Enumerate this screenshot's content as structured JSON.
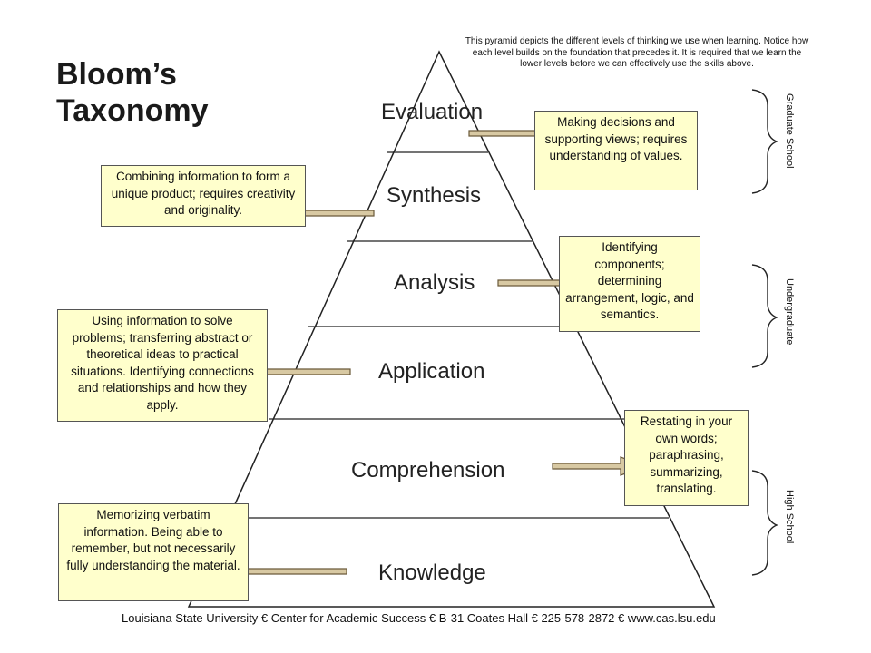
{
  "title": {
    "line1": "Bloom’s",
    "line2": "Taxonomy"
  },
  "intro": "This pyramid depicts the different levels of thinking we use when learning. Notice how each level builds on the foundation that precedes it. It is required that we learn the lower levels before we can effectively use the skills above.",
  "levels": [
    "Evaluation",
    "Synthesis",
    "Analysis",
    "Application",
    "Comprehension",
    "Knowledge"
  ],
  "notes": {
    "evaluation": "Making decisions and supporting views; requires understanding of values.",
    "synthesis": "Combining information to form a unique product; requires creativity and originality.",
    "analysis": "Identifying components; determining arrangement, logic, and semantics.",
    "application": "Using information to solve problems; transferring abstract or theoretical ideas to practical situations. Identifying connections and relationships and how they apply.",
    "comprehension": "Restating in your own words; paraphrasing, summarizing, translating.",
    "knowledge": "Memorizing verbatim information. Being able to remember, but not necessarily fully understanding the material."
  },
  "bands": {
    "graduate": "Graduate School",
    "undergraduate": "Undergraduate",
    "high_school": "High School"
  },
  "footer": "Louisiana State University € Center for Academic Success € B-31 Coates Hall € 225-578-2872 € www.cas.lsu.edu",
  "colors": {
    "note_fill": "#ffffcc",
    "arrow_fill": "#d8c9a3",
    "arrow_stroke": "#6b5a3a"
  }
}
